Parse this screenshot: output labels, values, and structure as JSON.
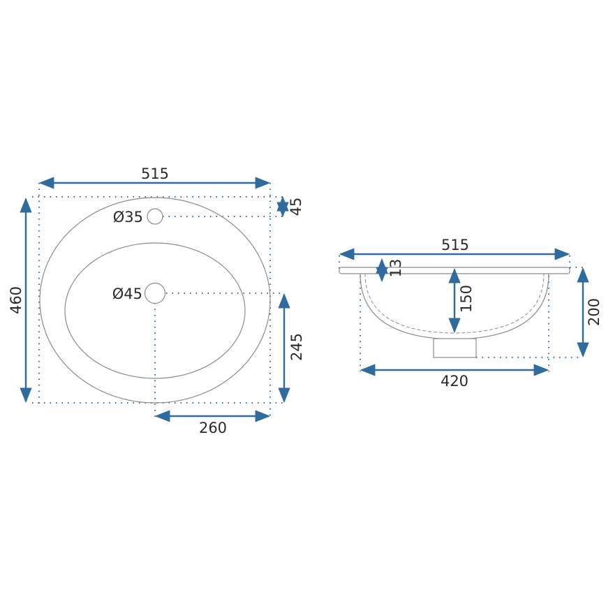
{
  "colors": {
    "dimension_line": "#2f6b9e",
    "outline": "#8a8a8a",
    "text": "#2a2a2a",
    "background": "#ffffff"
  },
  "top_view": {
    "width_label": "515",
    "height_label": "460",
    "tap_hole_offset_label": "45",
    "tap_hole_label": "Ø35",
    "drain_hole_label": "Ø45",
    "drain_to_bottom_label": "245",
    "drain_to_side_label": "260"
  },
  "side_view": {
    "width_label": "515",
    "rim_thickness_label": "13",
    "bowl_depth_label": "150",
    "total_height_label": "200",
    "bowl_width_label": "420"
  }
}
